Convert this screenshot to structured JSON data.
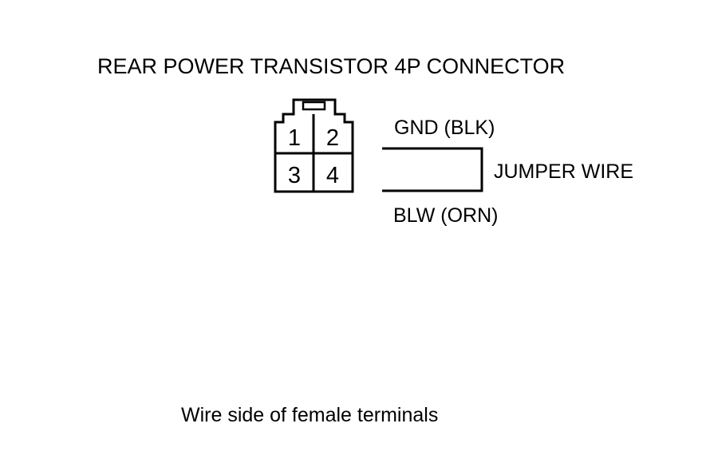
{
  "title": "REAR POWER TRANSISTOR 4P CONNECTOR",
  "connector": {
    "terminals": [
      "1",
      "2",
      "3",
      "4"
    ]
  },
  "wires": {
    "top_label": "GND (BLK)",
    "bottom_label": "BLW (ORN)",
    "jumper_label": "JUMPER WIRE"
  },
  "caption": "Wire side of female terminals",
  "colors": {
    "line": "#000000",
    "background": "#ffffff"
  }
}
